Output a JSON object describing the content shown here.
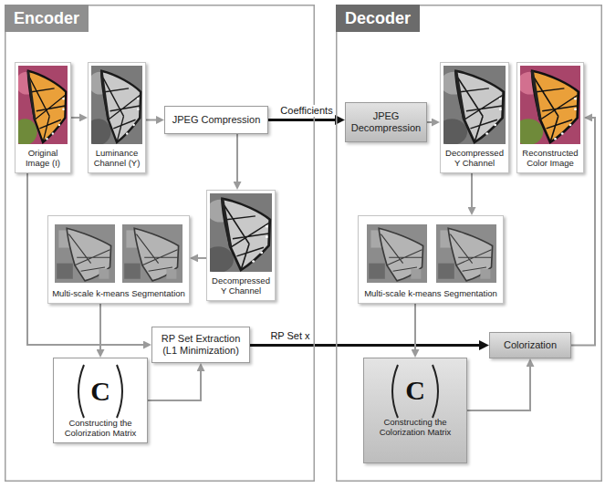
{
  "diagram": {
    "nodes": [
      {
        "text": [
          "Encoder"
        ]
      },
      {
        "text": [
          "Original Image (I)"
        ],
        "in": 0
      },
      {
        "text": [
          "Luminance Channel (Y)"
        ],
        "in": 0
      },
      {
        "text": [
          "JPEG Compression"
        ],
        "in": 0
      },
      {
        "text": [
          "Decompressed Y Channel"
        ],
        "in": 0
      },
      {
        "text": [
          "Multi-scale k-means Segmentation"
        ],
        "in": 0
      },
      {
        "text": [
          "RP Set Extraction (L1 Minimization)"
        ],
        "in": 0
      },
      {
        "text": [
          "C",
          "Constructing the Colorization Matrix"
        ],
        "in": 0
      },
      {
        "text": [
          "Decoder"
        ]
      },
      {
        "text": [
          "JPEG Decompression"
        ],
        "in": 8
      },
      {
        "text": [
          "Decompressed Y Channel"
        ],
        "in": 8
      },
      {
        "text": [
          "Reconstructed Color Image"
        ],
        "in": 8
      },
      {
        "text": [
          "Multi-scale k-means Segmentation"
        ],
        "in": 8
      },
      {
        "text": [
          "Colorization"
        ],
        "in": 8
      },
      {
        "text": [
          "C",
          "Constructing the Colorization Matrix"
        ],
        "in": 8
      }
    ],
    "edges": [
      {
        "from": 1,
        "to": 2,
        "arrow": "to"
      },
      {
        "from": 2,
        "to": 3,
        "arrow": "to"
      },
      {
        "from": 3,
        "to": 9,
        "arrow": "to",
        "label": "Coefficients"
      },
      {
        "from": 3,
        "to": 4,
        "arrow": "to"
      },
      {
        "from": 4,
        "to": 5,
        "arrow": "to"
      },
      {
        "from": 1,
        "to": 6,
        "arrow": "to"
      },
      {
        "from": 5,
        "to": 7,
        "arrow": "to"
      },
      {
        "from": 7,
        "to": 6,
        "arrow": "to"
      },
      {
        "from": 6,
        "to": 13,
        "arrow": "to",
        "label": "RP Set x"
      },
      {
        "from": 9,
        "to": 10,
        "arrow": "to"
      },
      {
        "from": 10,
        "to": 12,
        "arrow": "to"
      },
      {
        "from": 12,
        "to": 14,
        "arrow": "to"
      },
      {
        "from": 14,
        "to": 13,
        "arrow": "to"
      },
      {
        "from": 13,
        "to": 11,
        "arrow": "to"
      }
    ]
  }
}
